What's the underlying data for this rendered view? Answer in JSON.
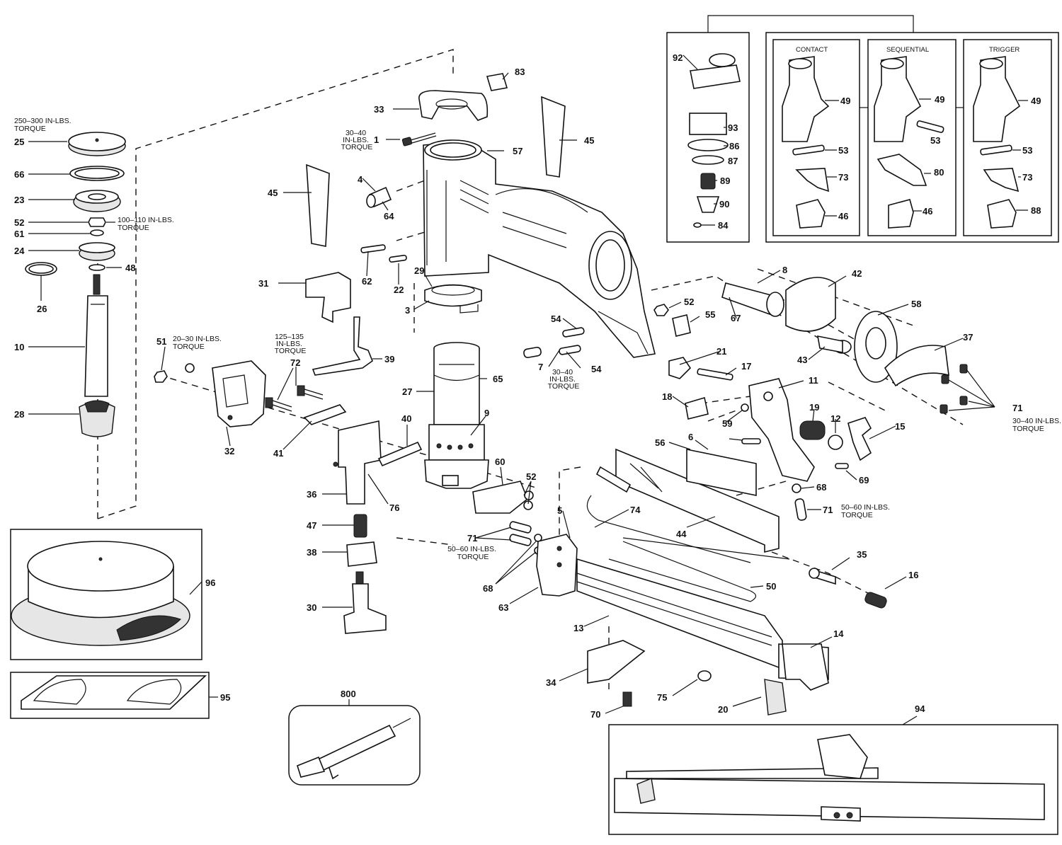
{
  "labels": {
    "l1": "1",
    "l3": "3",
    "l4": "4",
    "l5": "5",
    "l6": "6",
    "l7": "7",
    "l8": "8",
    "l9": "9",
    "l10": "10",
    "l11": "11",
    "l12": "12",
    "l13": "13",
    "l14": "14",
    "l15": "15",
    "l16": "16",
    "l17": "17",
    "l18": "18",
    "l19": "19",
    "l20": "20",
    "l21": "21",
    "l22": "22",
    "l23": "23",
    "l24": "24",
    "l25": "25",
    "l26": "26",
    "l27": "27",
    "l28": "28",
    "l29": "29",
    "l30": "30",
    "l31": "31",
    "l32": "32",
    "l33": "33",
    "l34": "34",
    "l35": "35",
    "l36": "36",
    "l37": "37",
    "l38": "38",
    "l39": "39",
    "l40": "40",
    "l41": "41",
    "l42": "42",
    "l43": "43",
    "l44": "44",
    "l45a": "45",
    "l45b": "45",
    "l46a": "46",
    "l46b": "46",
    "l47": "47",
    "l48": "48",
    "l49a": "49",
    "l49b": "49",
    "l49c": "49",
    "l50": "50",
    "l51": "51",
    "l52a": "52",
    "l52b": "52",
    "l52c": "52",
    "l53a": "53",
    "l53b": "53",
    "l53c": "53",
    "l54a": "54",
    "l54b": "54",
    "l55": "55",
    "l56": "56",
    "l57": "57",
    "l58": "58",
    "l59": "59",
    "l60": "60",
    "l61": "61",
    "l62": "62",
    "l63": "63",
    "l64": "64",
    "l65": "65",
    "l66": "66",
    "l67": "67",
    "l68a": "68",
    "l68b": "68",
    "l69": "69",
    "l70": "70",
    "l71a": "71",
    "l71b": "71",
    "l71c": "71",
    "l72": "72",
    "l73a": "73",
    "l73b": "73",
    "l74": "74",
    "l75": "75",
    "l76": "76",
    "l80": "80",
    "l83": "83",
    "l84": "84",
    "l86": "86",
    "l87": "87",
    "l88": "88",
    "l89": "89",
    "l90": "90",
    "l92": "92",
    "l93": "93",
    "l94": "94",
    "l95": "95",
    "l96": "96",
    "l800": "800"
  },
  "torque_notes": {
    "t250_300": [
      "250–300 IN-LBS.",
      "TORQUE"
    ],
    "t100_110": [
      "100–110 IN-LBS.",
      "TORQUE"
    ],
    "t30_40_top": [
      "30–40",
      "IN-LBS.",
      "TORQUE"
    ],
    "t20_30": [
      "20–30 IN-LBS.",
      "TORQUE"
    ],
    "t125_135": [
      "125–135",
      "IN-LBS.",
      "TORQUE"
    ],
    "t30_40_mid": [
      "30–40",
      "IN-LBS.",
      "TORQUE"
    ],
    "t50_60_left": [
      "50–60 IN-LBS.",
      "TORQUE"
    ],
    "t50_60_right": [
      "50–60 IN-LBS.",
      "TORQUE"
    ],
    "t30_40_right": [
      "30–40 IN-LBS.",
      "TORQUE"
    ]
  },
  "trigger_modes": {
    "contact": "CONTACT",
    "sequential": "SEQUENTIAL",
    "trigger": "TRIGGER"
  }
}
